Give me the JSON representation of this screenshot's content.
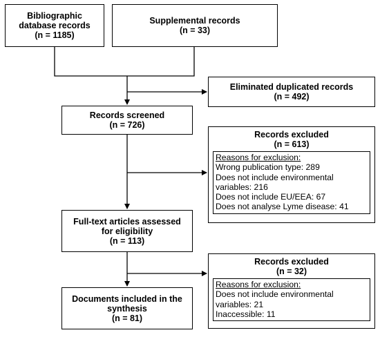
{
  "boxes": {
    "bibliographic": {
      "title": "Bibliographic database records",
      "count": "(n = 1185)"
    },
    "supplemental": {
      "title": "Supplemental records",
      "count": "(n = 33)"
    },
    "duplicates": {
      "title": "Eliminated duplicated records",
      "count": "(n = 492)"
    },
    "screened": {
      "title": "Records screened",
      "count": "(n = 726)"
    },
    "excluded1": {
      "title": "Records excluded",
      "count": "(n = 613)",
      "reasons_heading": "Reasons for exclusion:",
      "reasons": [
        "Wrong publication type: 289",
        "Does not include environmental variables: 216",
        "Does not include EU/EEA: 67",
        "Does not analyse Lyme disease: 41"
      ]
    },
    "fulltext": {
      "title": "Full-text articles assessed for eligibility",
      "count": "(n = 113)"
    },
    "excluded2": {
      "title": "Records excluded",
      "count": "(n = 32)",
      "reasons_heading": "Reasons for exclusion:",
      "reasons": [
        "Does not include environmental variables: 21",
        "Inaccessible: 11"
      ]
    },
    "included": {
      "title": "Documents included in the synthesis",
      "count": "(n = 81)"
    }
  },
  "colors": {
    "line": "#000000",
    "background": "#ffffff"
  }
}
